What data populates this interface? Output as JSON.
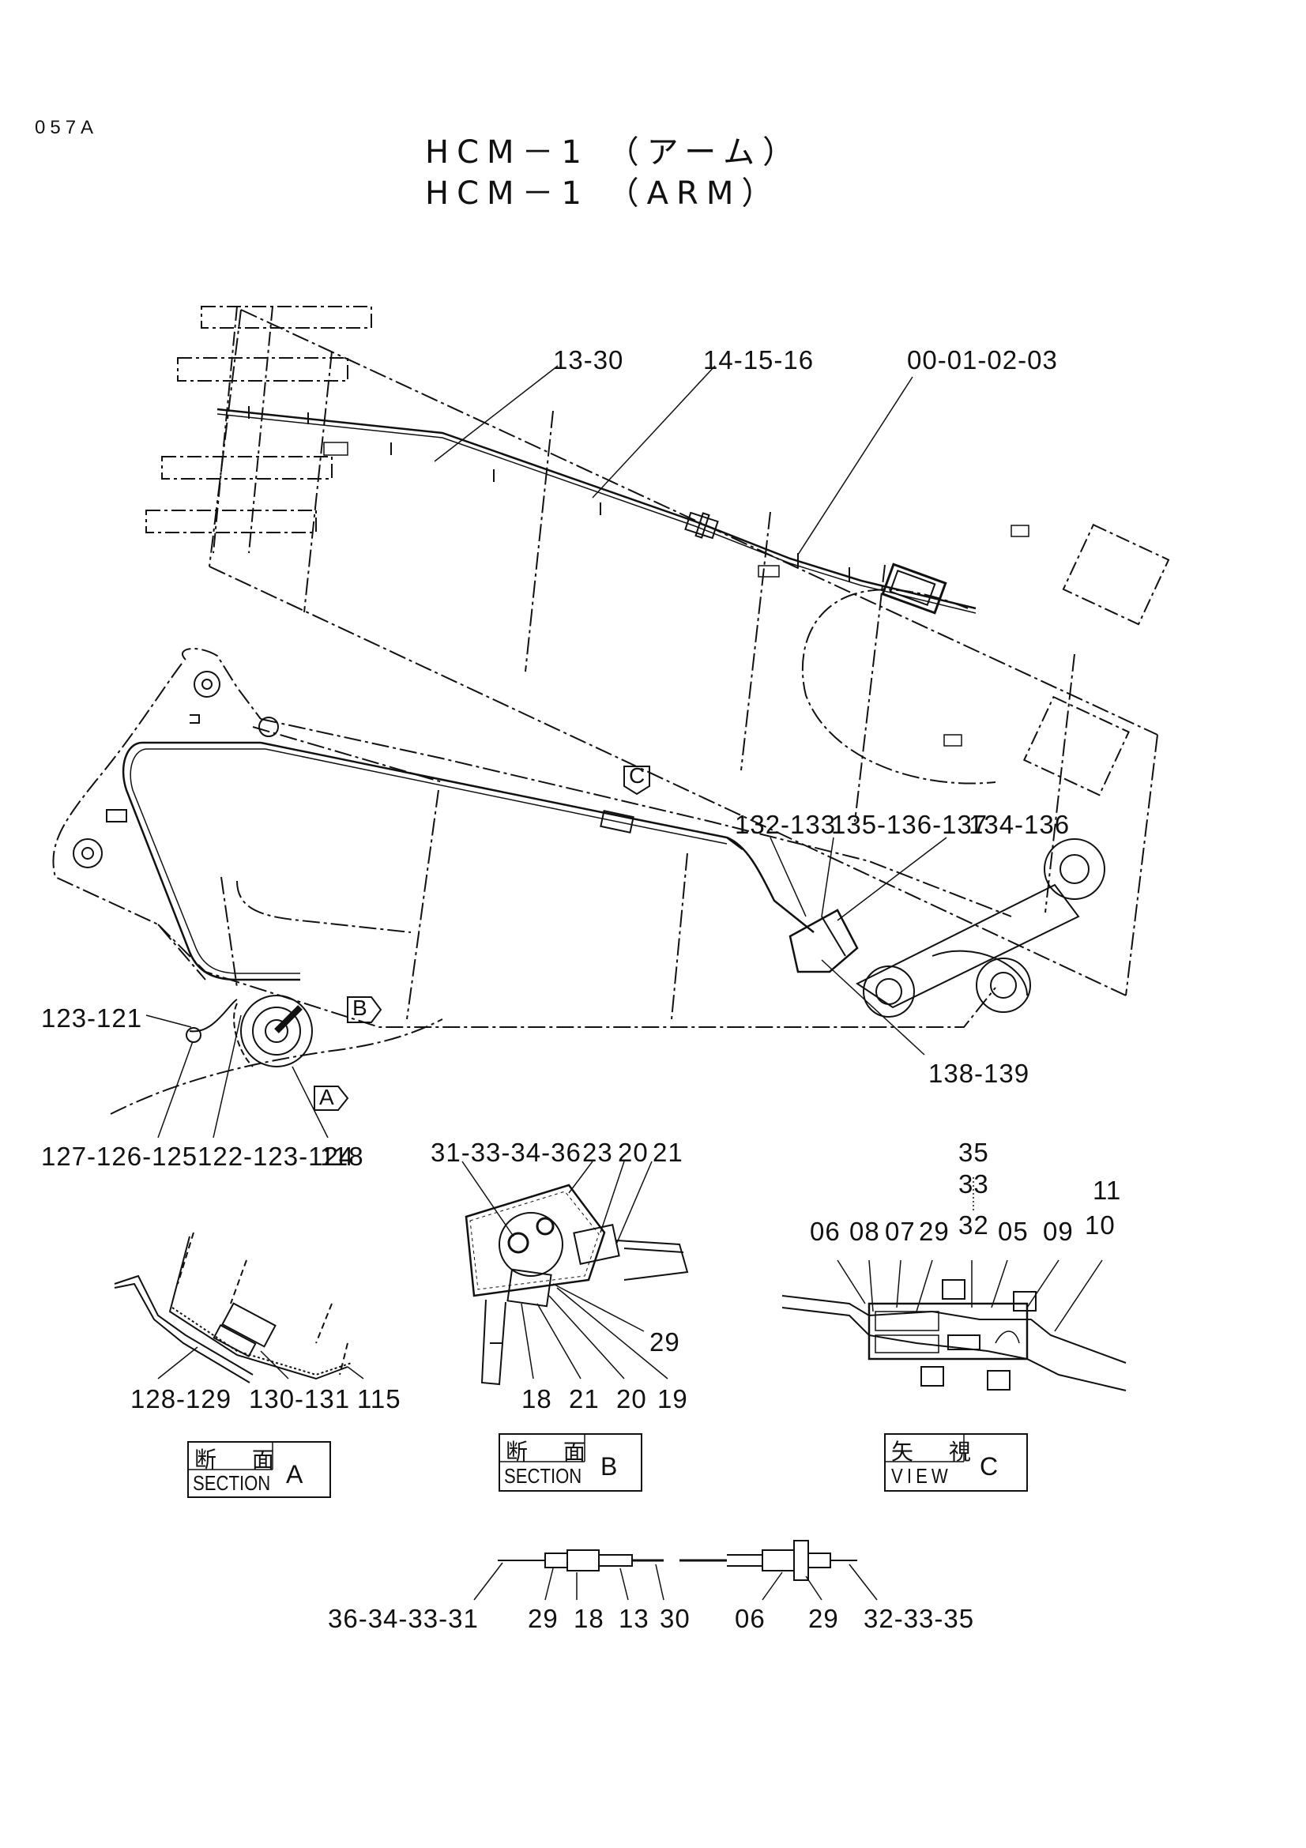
{
  "page_number": "057A",
  "title_jp": "HCM－1 （アーム）",
  "title_en": "HCM－1 （ARM）",
  "callouts": {
    "c_13_30": "13-30",
    "c_14_15_16": "14-15-16",
    "c_00_01_02_03": "00-01-02-03",
    "c_132_133": "132-133",
    "c_135_136_137": "135-136-137",
    "c_134_136": "134-136",
    "c_138_139": "138-139",
    "c_123_121": "123-121",
    "c_127_126_125": "127-126-125",
    "c_122_123_124": "122-123-124",
    "c_118": "118",
    "c_31_33_34_36": "31-33-34-36",
    "b_23": "23",
    "b_20_top": "20",
    "b_21_top": "21",
    "b_29": "29",
    "b_18": "18",
    "b_21_bot": "21",
    "b_20_bot": "20",
    "b_19": "19",
    "a_128_129": "128-129",
    "a_130_131": "130-131",
    "a_115": "115",
    "v_35": "35",
    "v_33": "33",
    "v_32": "32",
    "v_11": "11",
    "v_10": "10",
    "v_06": "06",
    "v_08": "08",
    "v_07": "07",
    "v_29": "29",
    "v_05": "05",
    "v_09": "09",
    "k_36_34_33_31": "36-34-33-31",
    "k_29a": "29",
    "k_18": "18",
    "k_13": "13",
    "k_30": "30",
    "k_06": "06",
    "k_29b": "29",
    "k_32_33_35": "32-33-35"
  },
  "markers": {
    "a": "A",
    "b": "B",
    "c": "C"
  },
  "section_a": {
    "jp": "断 面",
    "en": "SECTION",
    "letter": "A"
  },
  "section_b": {
    "jp": "断 面",
    "en": "SECTION",
    "letter": "B"
  },
  "view_c": {
    "jp": "矢 視",
    "en": "VIEW",
    "letter": "C"
  }
}
